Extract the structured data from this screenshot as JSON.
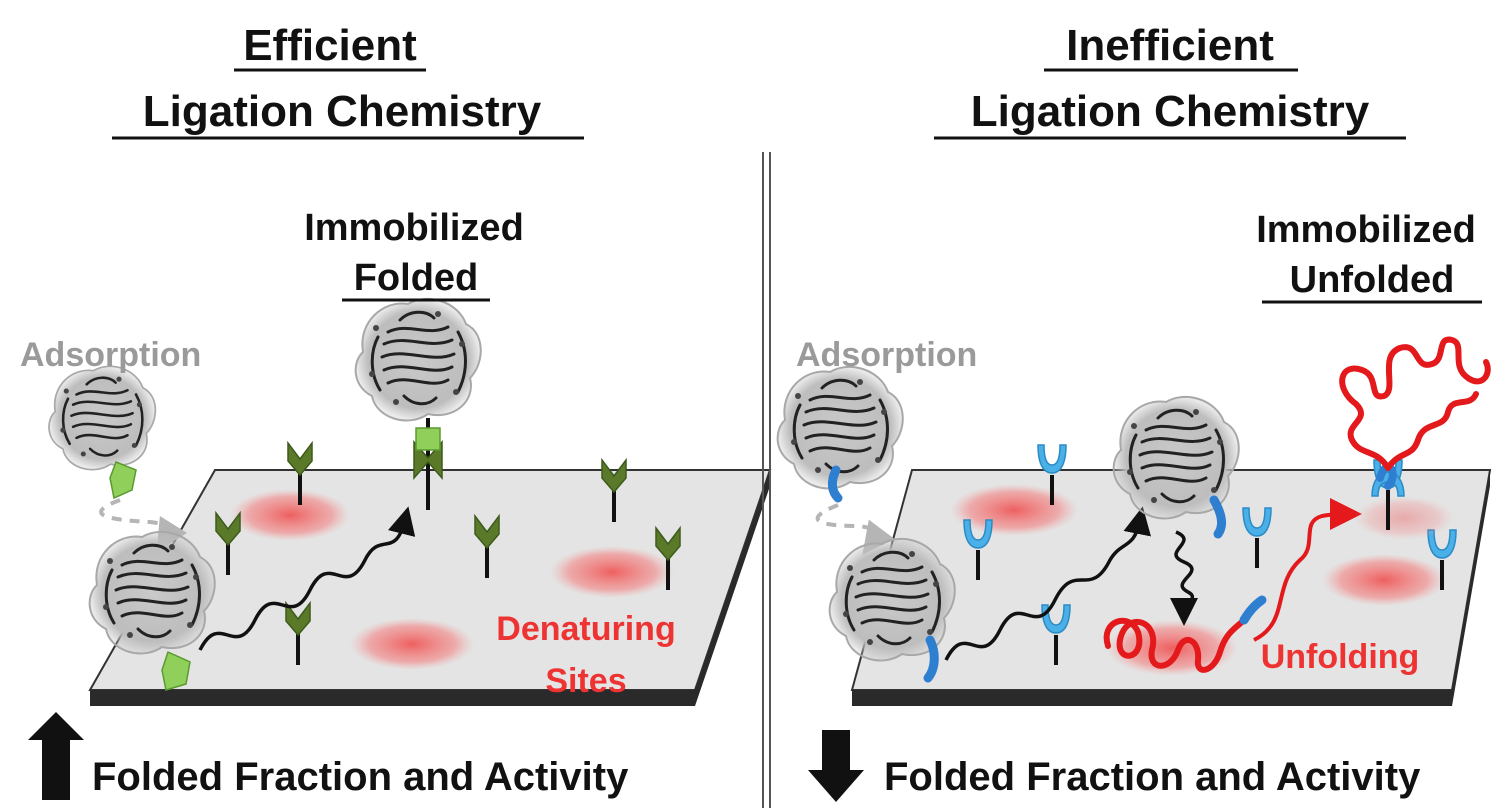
{
  "left_panel": {
    "title_line1": "Efficient",
    "title_line2": "Ligation Chemistry",
    "state_line1": "Immobilized",
    "state_line2": "Folded",
    "adsorption": "Adsorption",
    "denaturing_line1": "Denaturing",
    "denaturing_line2": "Sites",
    "footer": "Folded Fraction and Activity",
    "footer_arrow": "up-arrow-icon",
    "linker_color": "#5a7a2a",
    "tag_color": "#8fcf5a"
  },
  "right_panel": {
    "title_line1": "Inefficient",
    "title_line2": "Ligation Chemistry",
    "state_line1": "Immobilized",
    "state_line2": "Unfolded",
    "adsorption": "Adsorption",
    "unfolding": "Unfolding",
    "footer": "Folded Fraction and Activity",
    "footer_arrow": "down-arrow-icon",
    "linker_color": "#4bb0e8",
    "tag_color": "#2f7fd0"
  },
  "colors": {
    "surface": "#e4e4e4",
    "surface_edge": "#333333",
    "denaturing_site": "#f36b6b",
    "unfolded_chain": "#e3191b",
    "path": "#111111",
    "adsorption_path": "#b5b5b5"
  }
}
